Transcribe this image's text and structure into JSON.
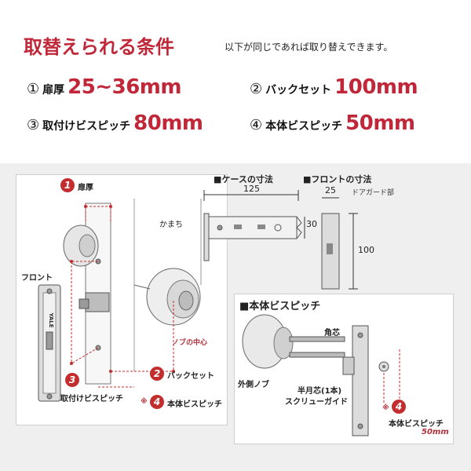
{
  "header": {
    "title": "取替えられる条件",
    "subtitle": "以下が同じであれば取り替えできます。"
  },
  "conditions": [
    {
      "num": "①",
      "label": "扉厚",
      "value": "25~36mm"
    },
    {
      "num": "②",
      "label": "バックセット",
      "value": "100mm"
    },
    {
      "num": "③",
      "label": "取付けビスピッチ",
      "value": "80mm"
    },
    {
      "num": "④",
      "label": "本体ビスピッチ",
      "value": "50mm"
    }
  ],
  "main_diagram": {
    "badge1": "1",
    "door_thickness": "扉厚",
    "frame_label": "かまち",
    "front_label": "フロント",
    "knob_center": "ノブの中心",
    "badge2": "2",
    "backset": "バックセット",
    "badge3": "3",
    "mounting_pitch": "取付けビスピッチ",
    "asterisk": "※",
    "badge4": "4",
    "body_pitch": "本体ビスピッチ",
    "front_plate_text": "YALE"
  },
  "case_dims": {
    "title": "■ケースの寸法",
    "width": "125",
    "height": "30"
  },
  "front_dims": {
    "title": "■フロントの寸法",
    "width": "25",
    "height": "100",
    "door_guard": "ドアガード部"
  },
  "body_pitch_detail": {
    "title": "■本体ビスピッチ",
    "corner_bolt": "角芯",
    "outer_knob": "外側ノブ",
    "half_moon": "半月芯(1本)",
    "screw_guide": "スクリューガイド",
    "asterisk": "※",
    "badge4": "4",
    "pitch_label": "本体ビスピッチ",
    "pitch_value": "50mm"
  },
  "colors": {
    "accent": "#c0283a",
    "badge": "#c42d2d",
    "panel_bg": "#efefef"
  }
}
